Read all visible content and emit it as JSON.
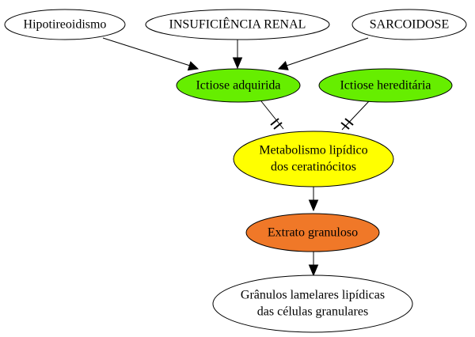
{
  "nodes": {
    "hipotireoidismo": {
      "label": "Hipotireoidismo",
      "fill": "#ffffff"
    },
    "insuficiencia_renal": {
      "label": "INSUFICIÊNCIA RENAL",
      "fill": "#ffffff"
    },
    "sarcoidose": {
      "label": "SARCOIDOSE",
      "fill": "#ffffff"
    },
    "ictiose_adquirida": {
      "label": "Ictiose adquirida",
      "fill": "#66ee00"
    },
    "ictiose_hereditaria": {
      "label": "Ictiose hereditária",
      "fill": "#66ee00"
    },
    "metabolismo": {
      "label_line1": "Metabolismo lipídico",
      "label_line2": "dos ceratinócitos",
      "fill": "#ffff00"
    },
    "extrato": {
      "label": "Extrato granuloso",
      "fill": "#f07828"
    },
    "granulos": {
      "label_line1": "Grânulos lamelares lipídicas",
      "label_line2": "das células granulares",
      "fill": "#ffffff"
    }
  },
  "edges": [
    {
      "from": "Hipotireoidismo",
      "to": "Ictiose adquirida",
      "type": "arrow"
    },
    {
      "from": "INSUFICIÊNCIA RENAL",
      "to": "Ictiose adquirida",
      "type": "arrow"
    },
    {
      "from": "SARCOIDOSE",
      "to": "Ictiose adquirida",
      "type": "arrow"
    },
    {
      "from": "Ictiose adquirida",
      "to": "Metabolismo lipídico dos ceratinócitos",
      "type": "tee"
    },
    {
      "from": "Ictiose hereditária",
      "to": "Metabolismo lipídico dos ceratinócitos",
      "type": "tee"
    },
    {
      "from": "Metabolismo lipídico dos ceratinócitos",
      "to": "Extrato granuloso",
      "type": "arrow"
    },
    {
      "from": "Extrato granuloso",
      "to": "Grânulos lamelares lipídicas das células granulares",
      "type": "arrow"
    }
  ]
}
